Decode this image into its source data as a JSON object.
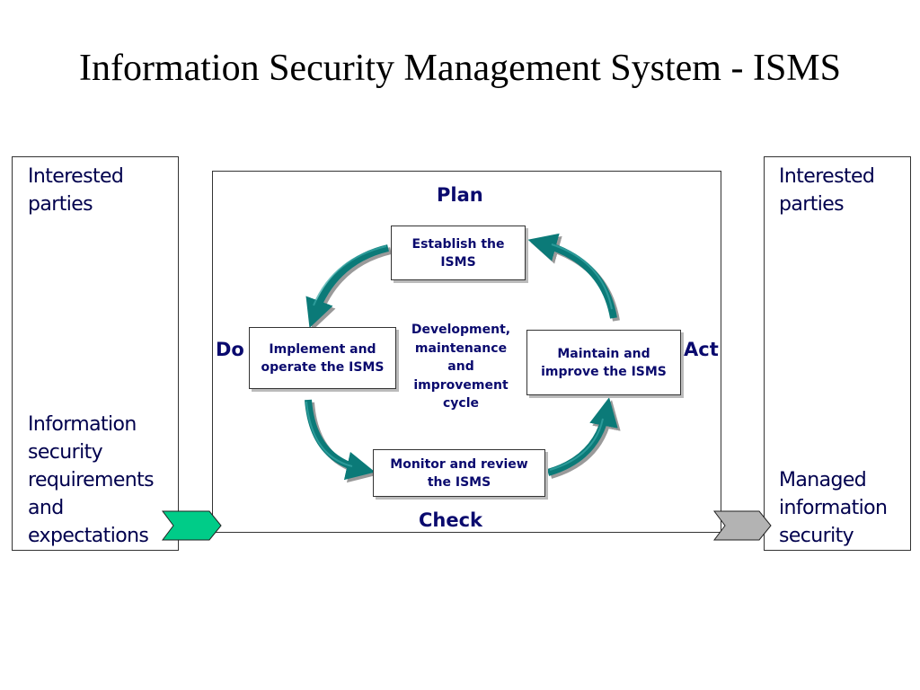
{
  "title": "Information Security Management System - ISMS",
  "left_panel": {
    "top_label": "Interested parties",
    "bottom_label": "Information security requirements and expectations"
  },
  "right_panel": {
    "top_label": "Interested parties",
    "bottom_label": "Managed information security"
  },
  "cycle": {
    "phases": {
      "plan": "Plan",
      "do": "Do",
      "check": "Check",
      "act": "Act"
    },
    "steps": {
      "establish": "Establish the ISMS",
      "implement": "Implement and operate the ISMS",
      "monitor": "Monitor and review the ISMS",
      "maintain": "Maintain and improve the ISMS"
    },
    "center_label": "Development, maintenance and improvement cycle"
  },
  "colors": {
    "cycle_arrow": "#0b7a78",
    "input_arrow": "#00cc88",
    "output_arrow": "#b3b3b3",
    "label_text": "#0a0a6e"
  }
}
